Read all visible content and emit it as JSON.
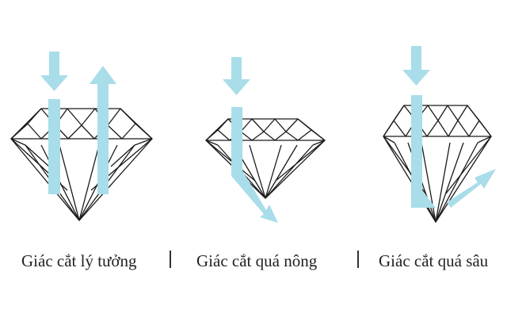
{
  "captions": [
    "Giác cắt lý tưởng",
    "Giác cắt quá nông",
    "Giác cắt quá sâu"
  ],
  "colors": {
    "light_ray": "#a8dde9",
    "diamond_line": "#1a1a1a",
    "text": "#222222"
  },
  "diamonds": [
    {
      "name": "ideal-cut",
      "light_path": "reflected-back-up"
    },
    {
      "name": "shallow-cut",
      "light_path": "escapes-through-bottom"
    },
    {
      "name": "deep-cut",
      "light_path": "escapes-through-side"
    }
  ]
}
